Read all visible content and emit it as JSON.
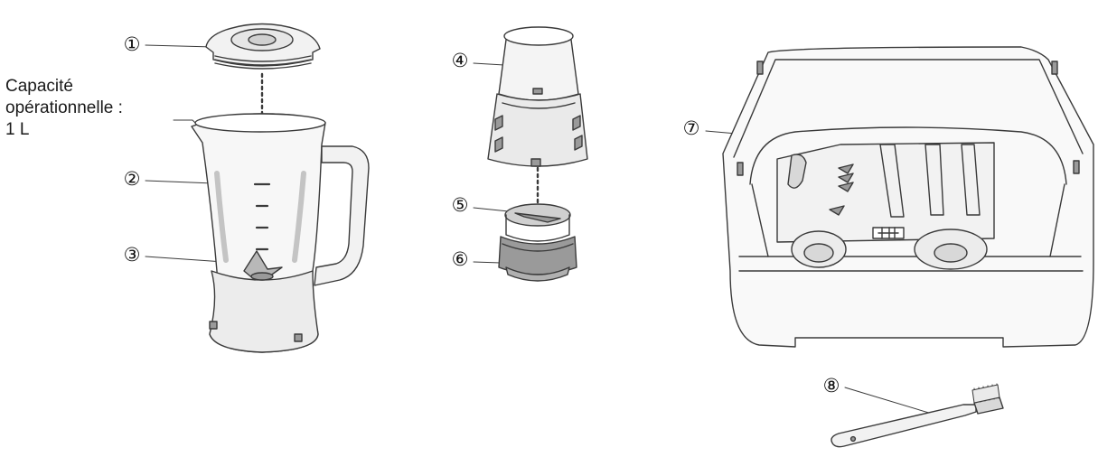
{
  "capacity": {
    "line1": "Capacité",
    "line2": "opérationnelle :",
    "line3": "1 L"
  },
  "parts": [
    {
      "id": "1",
      "marker": "①"
    },
    {
      "id": "2",
      "marker": "②"
    },
    {
      "id": "3",
      "marker": "③"
    },
    {
      "id": "4",
      "marker": "④"
    },
    {
      "id": "5",
      "marker": "⑤"
    },
    {
      "id": "6",
      "marker": "⑥"
    },
    {
      "id": "7",
      "marker": "⑦"
    },
    {
      "id": "8",
      "marker": "⑧"
    }
  ],
  "colors": {
    "line": "#3a3a3a",
    "fill_light": "#f2f2f2",
    "fill_mid": "#d8d8d8",
    "fill_dark": "#9a9a9a"
  }
}
